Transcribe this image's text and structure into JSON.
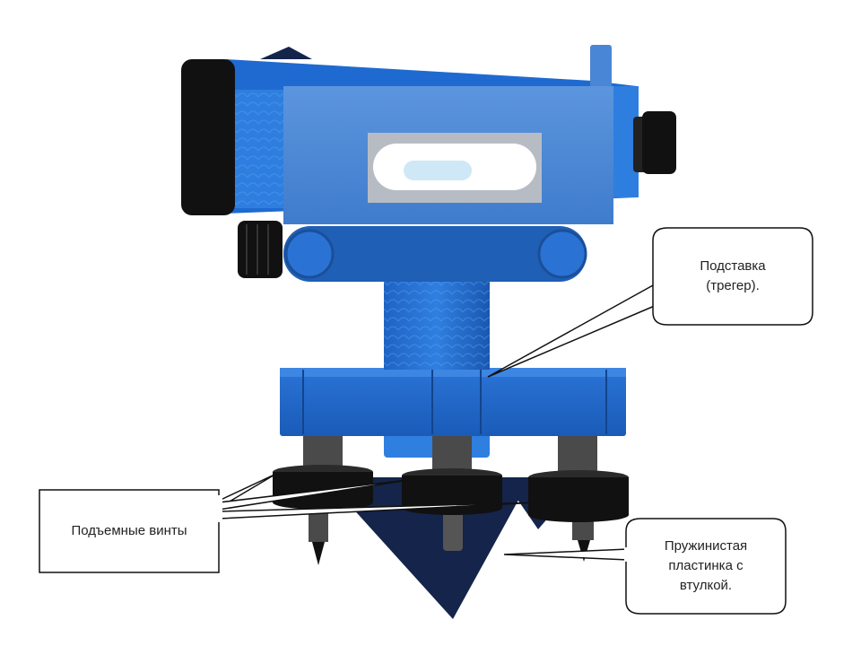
{
  "labels": {
    "tribrach": "Подставка\n(трегер).",
    "leveling_screws": "Подъемные винты",
    "spring_plate": "Пружинистая\nпластинка с\nвтулкой."
  },
  "colors": {
    "body_blue": "#4a86d6",
    "dark_blue": "#1f5fb5",
    "navy": "#14244a",
    "black": "#111111",
    "screw_gray": "#4a4a4a",
    "bubble": "#cfe8f5"
  }
}
